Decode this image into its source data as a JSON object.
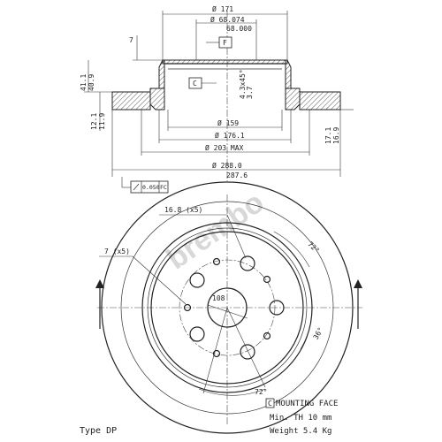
{
  "profile": {
    "dia_171": "Ø 171",
    "dia_68_074": "Ø 68.074",
    "dia_68_000": "68.000",
    "datum_f": "F",
    "datum_c": "C",
    "dim_7": "7",
    "dim_41_1": "41.1",
    "dim_40_9": "40.9",
    "chamfer": "4.3x45°",
    "dim_3_7": "3.7",
    "dim_12_1": "12.1",
    "dim_11_9": "11.9",
    "dim_17_1": "17.1",
    "dim_16_9": "16.9",
    "dia_159": "Ø 159",
    "dia_176_1": "Ø 176.1",
    "dia_203": "Ø 203 MAX",
    "dia_288": "Ø 288.0",
    "dia_287_6": "287.6",
    "tol_value": "0.050",
    "tol_ref": "FC"
  },
  "face": {
    "holes_large": "16.8 (x5)",
    "holes_small": "7 (x5)",
    "pcd": "108",
    "angle_72_top": "72°",
    "angle_36": "36°",
    "angle_72_bottom": "72°"
  },
  "legend": {
    "mounting_code": "C",
    "mounting_label": "MOUNTING FACE",
    "min_th": "Min. TH 10   mm",
    "weight": "Weight 5.4  Kg"
  },
  "type_label": "Type DP",
  "watermark": "brembo"
}
